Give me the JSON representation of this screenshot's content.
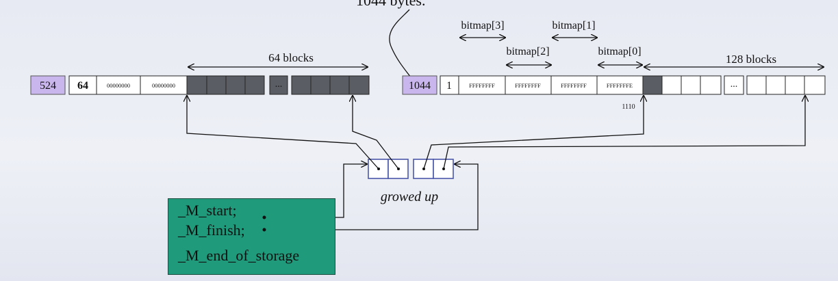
{
  "caption_top": "1044 bytes.",
  "left_chunk": {
    "size_label": "524",
    "count_label": "64",
    "bitmaps": [
      "00000000",
      "00000000"
    ],
    "blocks_label": "64 blocks",
    "ellipsis": "..."
  },
  "right_chunk": {
    "size_label": "1044",
    "count_label": "1",
    "bitmaps": [
      "FFFFFFFF",
      "FFFFFFFF",
      "FFFFFFFF",
      "FFFFFFFE"
    ],
    "bitmap_labels": [
      "bitmap[3]",
      "bitmap[2]",
      "bitmap[1]",
      "bitmap[0]"
    ],
    "blocks_label": "128 blocks",
    "ellipsis": "...",
    "marker": "1110"
  },
  "vector_label": "growed up",
  "members": [
    "_M_start;",
    "_M_finish;",
    "_M_end_of_storage"
  ],
  "colors": {
    "purple": "#c9b6ec",
    "dark_block": "#5a5d63",
    "green_box": "#1f9a7a",
    "red_text": "#b22222",
    "blue_border": "#4a56a8"
  }
}
